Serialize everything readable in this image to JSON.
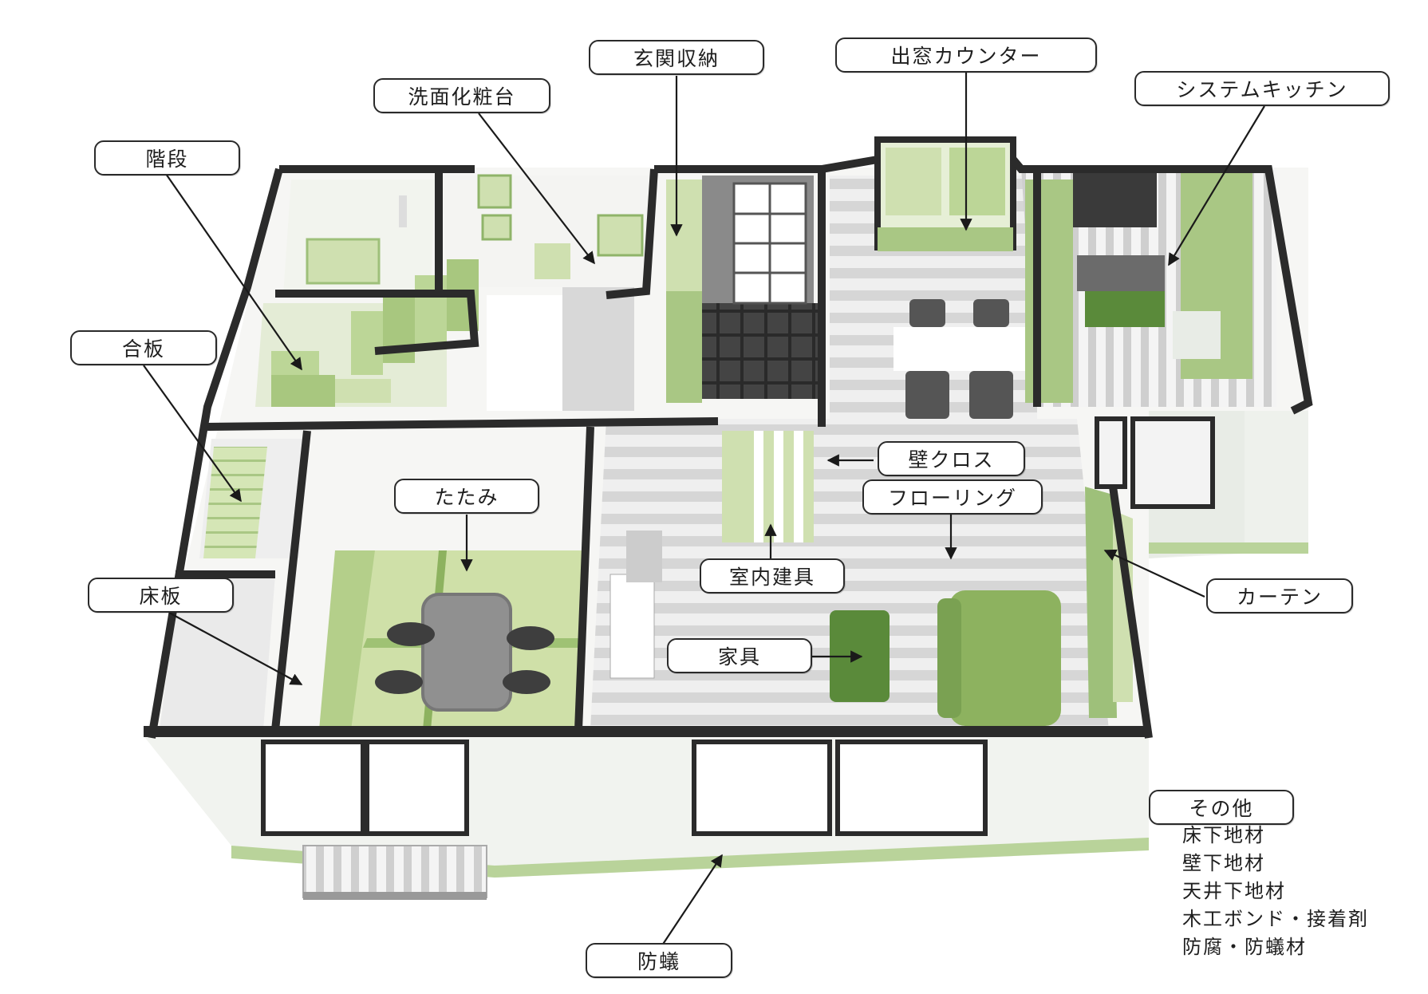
{
  "labels": {
    "genkan_shuno": "玄関収納",
    "demado_counter": "出窓カウンター",
    "senmen": "洗面化粧台",
    "system_kitchen": "システムキッチン",
    "kaidan": "階段",
    "goban": "合板",
    "tatami": "たたみ",
    "kabe_cross": "壁クロス",
    "flooring": "フローリング",
    "shitsunai_tategu": "室内建具",
    "curtain": "カーテン",
    "yukaita": "床板",
    "kagu": "家具",
    "boui": "防蟻"
  },
  "other": {
    "title": "その他",
    "items": [
      "床下地材",
      "壁下地材",
      "天井下地材",
      "木工ボンド・接着剤",
      "防腐・防蟻材"
    ]
  },
  "colors": {
    "wall": "#2b2b2b",
    "green_light": "#cfe0b0",
    "green_mid": "#9ec07a",
    "green_dark": "#5a8a3a",
    "floor_stripe": "#d9d9d9",
    "dark_tile": "#333333"
  }
}
